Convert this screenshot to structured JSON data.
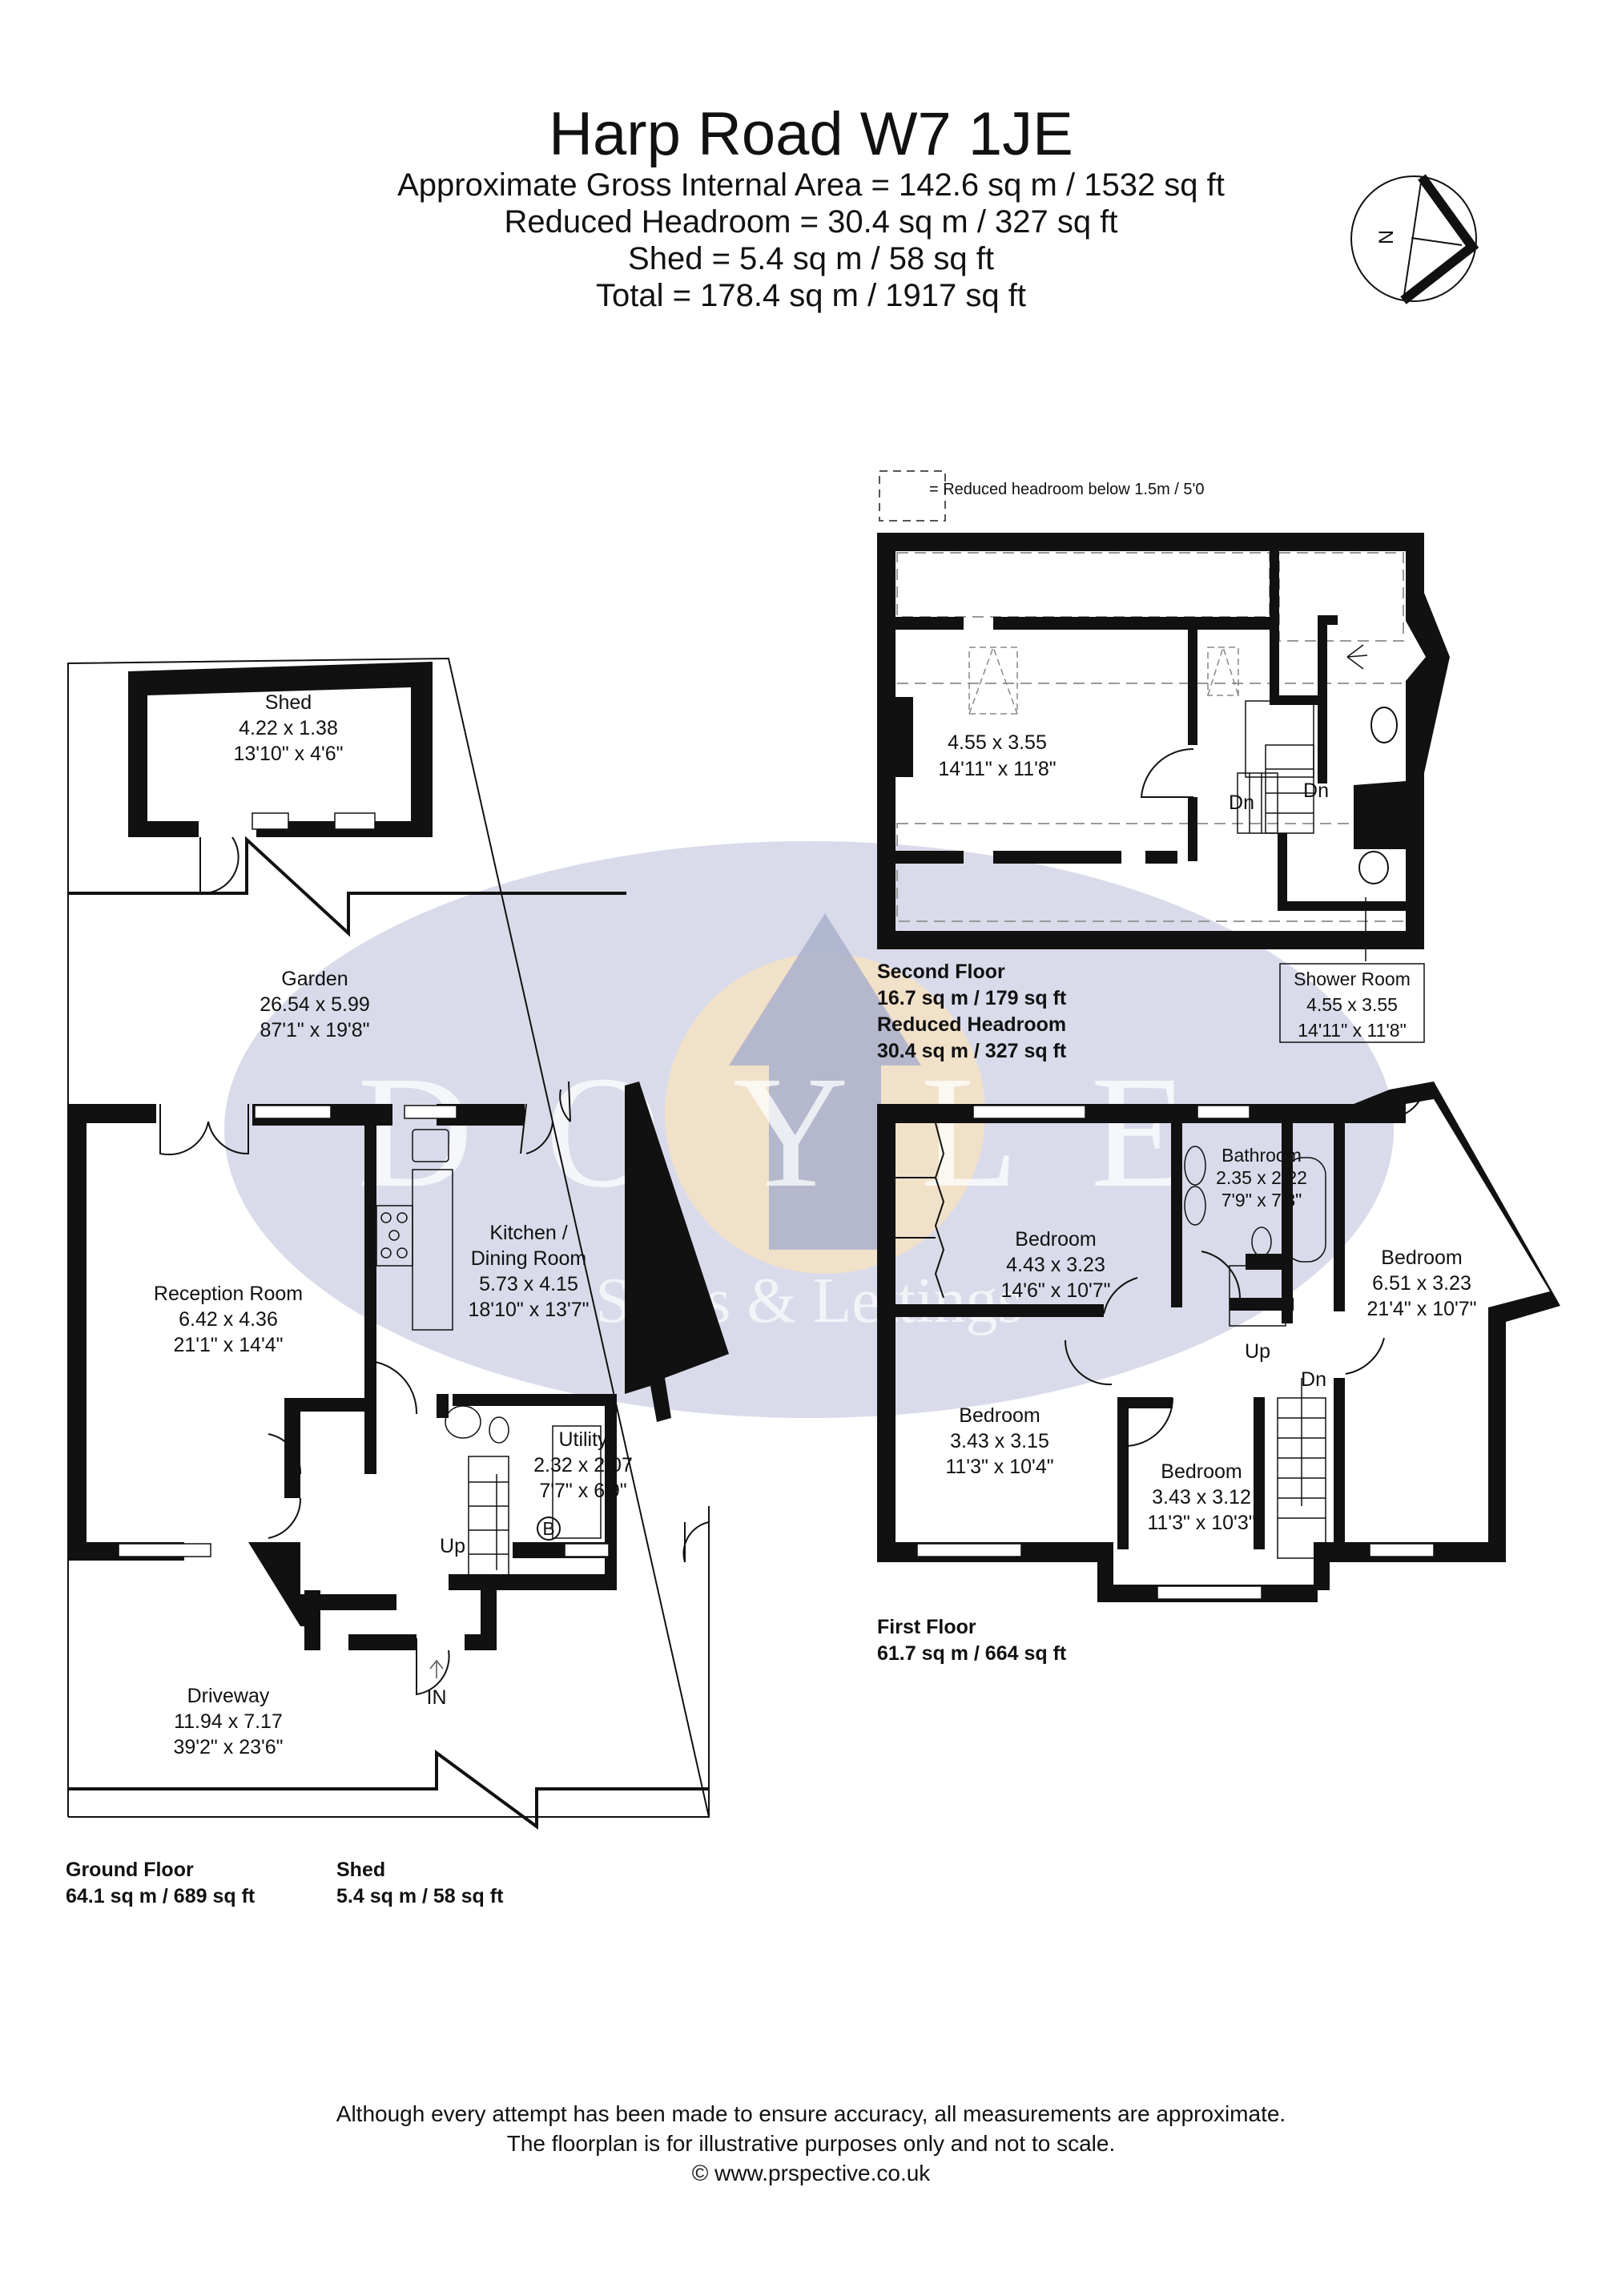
{
  "header": {
    "title": "Harp Road W7 1JE",
    "lines": [
      "Approximate Gross Internal Area = 142.6 sq m / 1532 sq ft",
      "Reduced Headroom = 30.4 sq m / 327 sq ft",
      "Shed = 5.4 sq m / 58 sq ft",
      "Total = 178.4 sq m / 1917 sq ft"
    ]
  },
  "compass": {
    "icon": "north-arrow-icon",
    "label": "N"
  },
  "legend": {
    "icon": "dashed-box-icon",
    "text": "= Reduced headroom below 1.5m / 5'0"
  },
  "watermark": {
    "brand": "DOYLE",
    "tagline": "Sales & Lettings",
    "colors": {
      "ellipse": "#d9dbea",
      "house": "#a9adc9",
      "sun": "#f5dfbd"
    }
  },
  "floors": {
    "second": {
      "name": "Second Floor",
      "area": "16.7 sq m / 179 sq ft",
      "reduced_label": "Reduced Headroom",
      "reduced_area": "30.4 sq m / 327 sq ft",
      "rooms": [
        {
          "name": "",
          "metric": "4.55 x 3.55",
          "imperial": "14'11\" x 11'8\""
        },
        {
          "name": "Shower Room",
          "metric": "4.55 x 3.55",
          "imperial": "14'11\" x 11'8\""
        }
      ],
      "stairs": [
        "Dn",
        "Dn"
      ]
    },
    "first": {
      "name": "First Floor",
      "area": "61.7 sq m / 664 sq ft",
      "rooms": [
        {
          "name": "Bedroom",
          "metric": "4.43 x 3.23",
          "imperial": "14'6\" x 10'7\""
        },
        {
          "name": "Bathroom",
          "metric": "2.35 x 2.22",
          "imperial": "7'9\" x 7'3\""
        },
        {
          "name": "Bedroom",
          "metric": "6.51 x 3.23",
          "imperial": "21'4\" x 10'7\""
        },
        {
          "name": "Bedroom",
          "metric": "3.43 x 3.15",
          "imperial": "11'3\" x 10'4\""
        },
        {
          "name": "Bedroom",
          "metric": "3.43 x 3.12",
          "imperial": "11'3\" x 10'3\""
        }
      ],
      "stairs": [
        "Up",
        "Dn"
      ]
    },
    "ground": {
      "name": "Ground Floor",
      "area": "64.1 sq m / 689 sq ft",
      "rooms": [
        {
          "name": "Garden",
          "metric": "26.54 x 5.99",
          "imperial": "87'1\" x 19'8\""
        },
        {
          "name": "Reception Room",
          "metric": "6.42 x 4.36",
          "imperial": "21'1\" x 14'4\""
        },
        {
          "name": "Kitchen /",
          "name2": "Dining Room",
          "metric": "5.73 x 4.15",
          "imperial": "18'10\" x 13'7\""
        },
        {
          "name": "Utility",
          "metric": "2.32 x 2.07",
          "imperial": "7'7\" x 6'9\""
        },
        {
          "name": "Driveway",
          "metric": "11.94 x 7.17",
          "imperial": "39'2\" x 23'6\""
        }
      ],
      "stairs": [
        "Up"
      ],
      "boiler": "B",
      "entrance": "IN"
    },
    "shed": {
      "name": "Shed",
      "area": "5.4 sq m / 58 sq ft",
      "room": {
        "name": "Shed",
        "metric": "4.22 x 1.38",
        "imperial": "13'10\" x 4'6\""
      }
    }
  },
  "footer": {
    "lines": [
      "Although every attempt has been made to ensure accuracy, all measurements are approximate.",
      "The floorplan is for illustrative purposes only and not to scale.",
      "© www.prspective.co.uk"
    ]
  }
}
